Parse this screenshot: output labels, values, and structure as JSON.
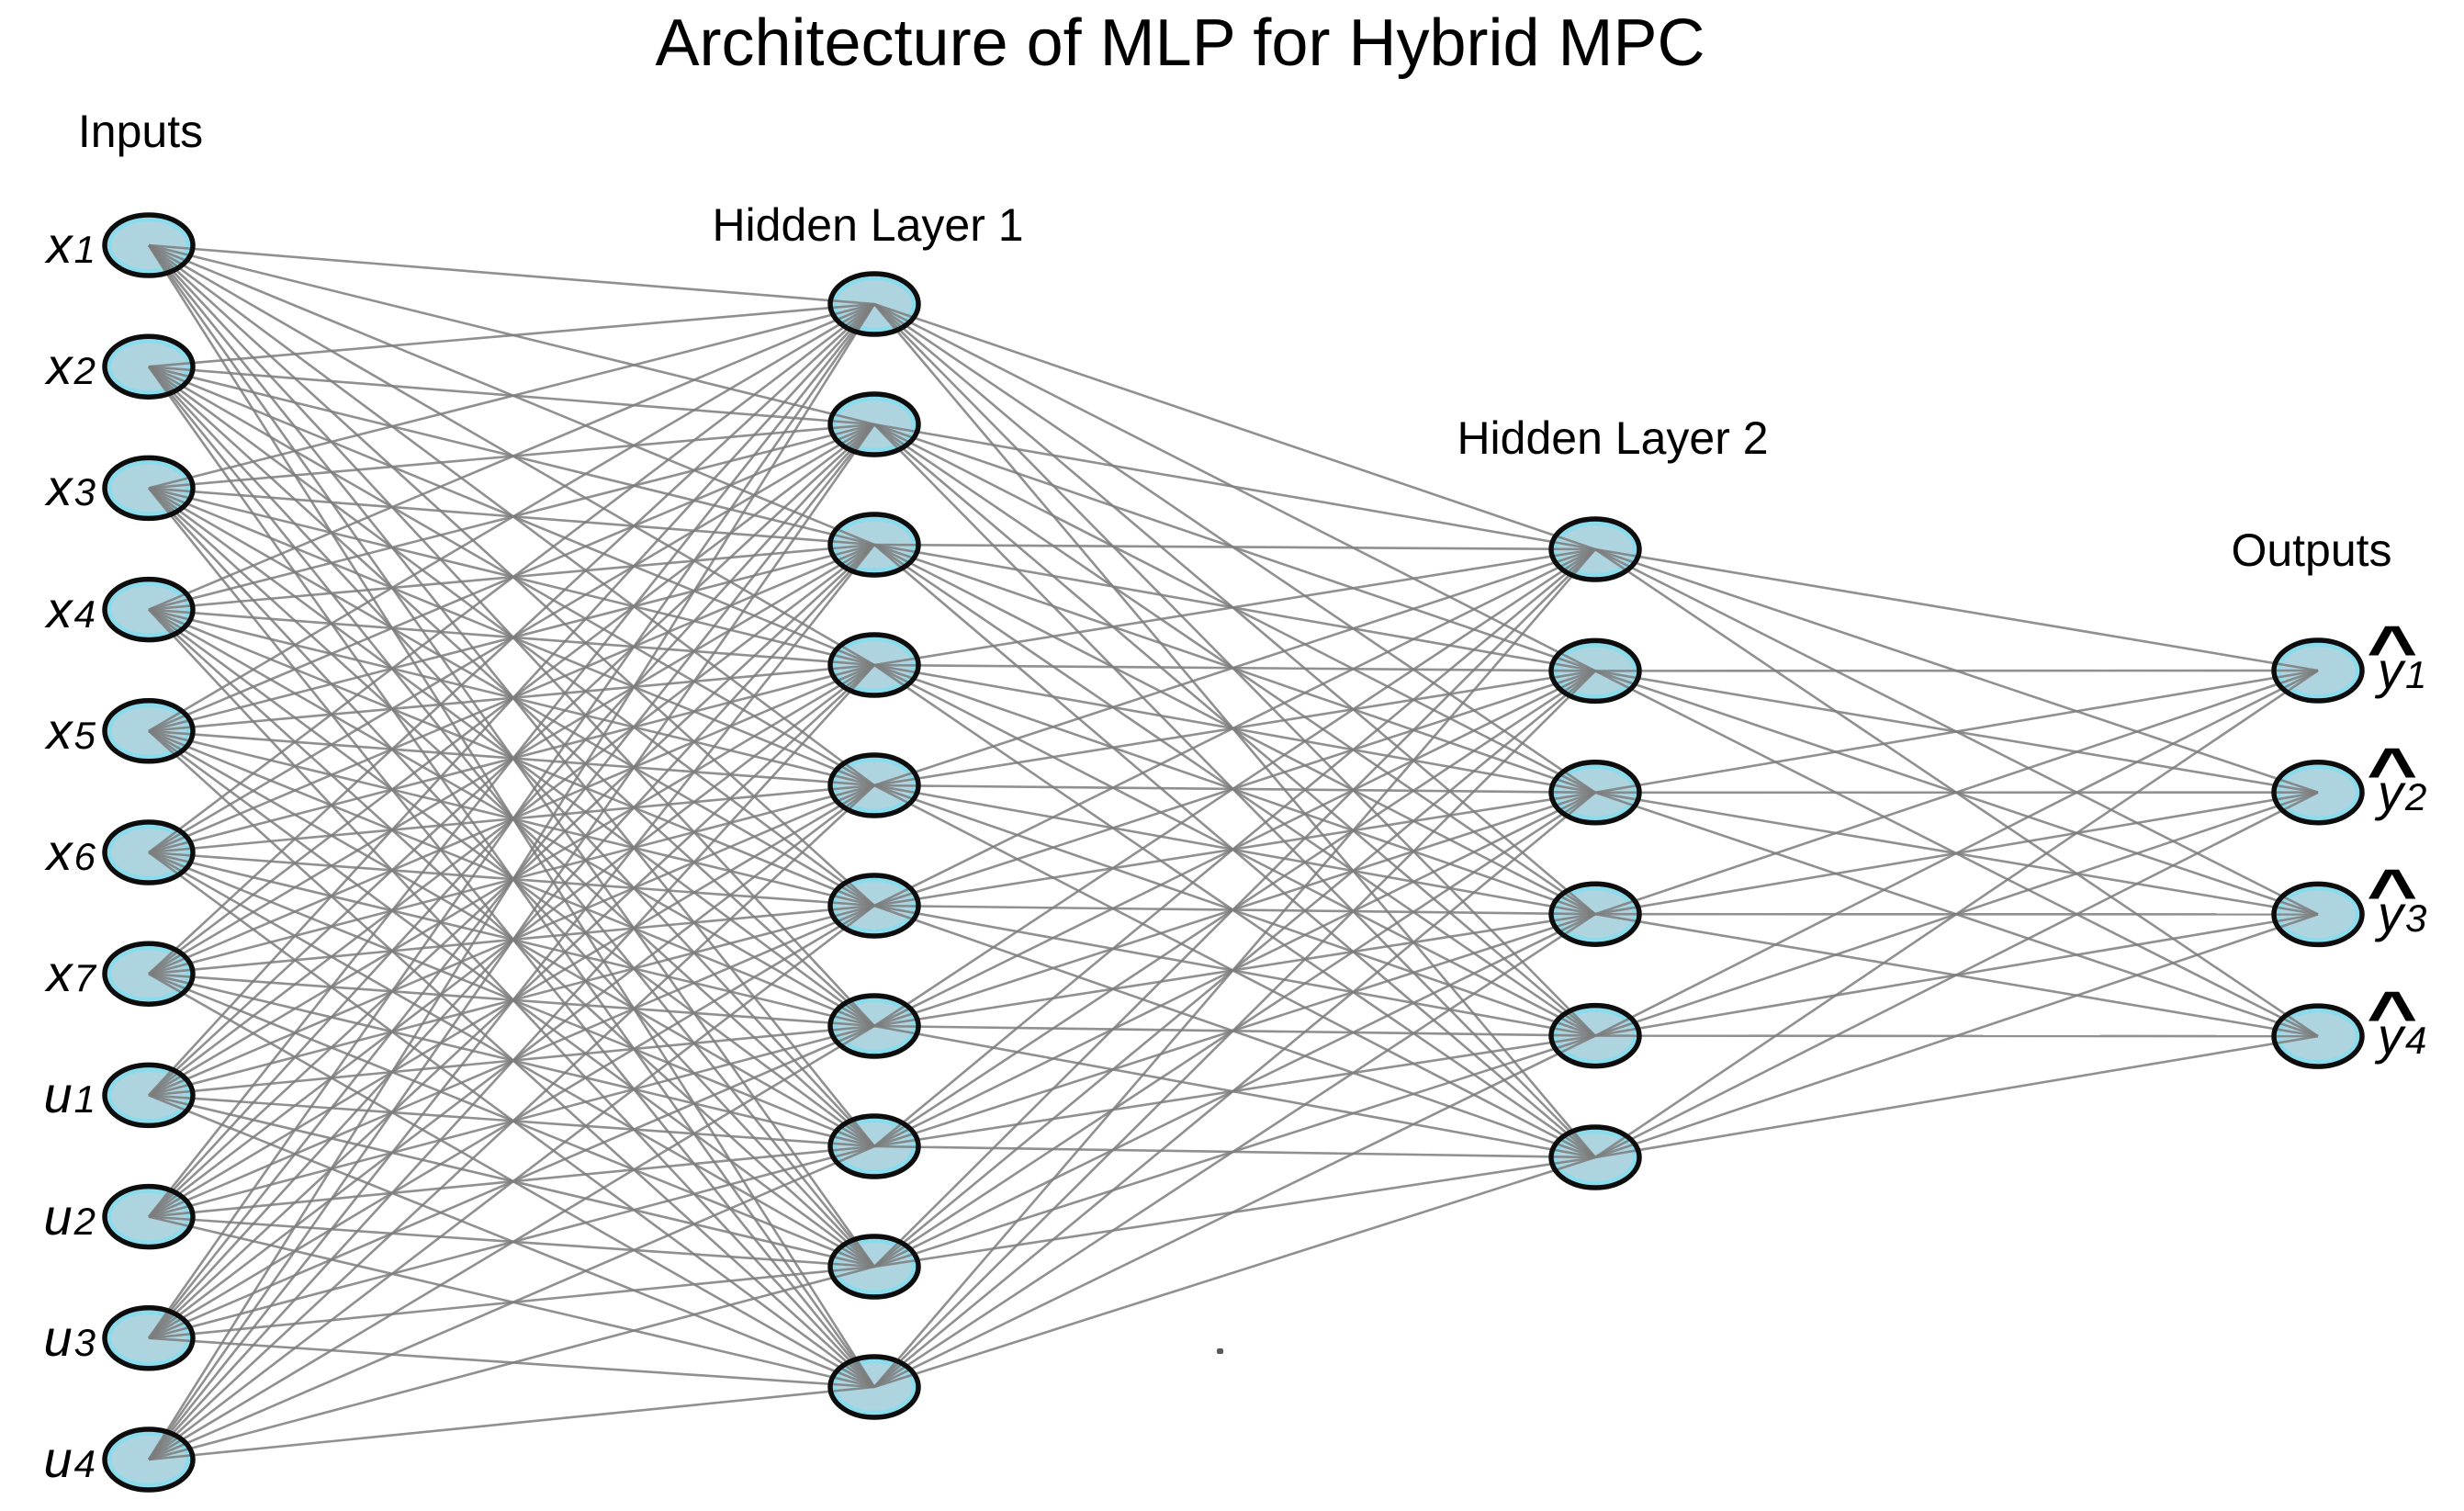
{
  "title": "Architecture of MLP for Hybrid MPC",
  "diagram_type": "multilayer-perceptron",
  "connectivity": "fully-connected-between-consecutive-layers",
  "layers": [
    {
      "id": "inputs",
      "label": "Inputs",
      "node_count": 11,
      "nodes": [
        {
          "base": "x",
          "sub": "1"
        },
        {
          "base": "x",
          "sub": "2"
        },
        {
          "base": "x",
          "sub": "3"
        },
        {
          "base": "x",
          "sub": "4"
        },
        {
          "base": "x",
          "sub": "5"
        },
        {
          "base": "x",
          "sub": "6"
        },
        {
          "base": "x",
          "sub": "7"
        },
        {
          "base": "u",
          "sub": "1"
        },
        {
          "base": "u",
          "sub": "2"
        },
        {
          "base": "u",
          "sub": "3"
        },
        {
          "base": "u",
          "sub": "4"
        }
      ]
    },
    {
      "id": "hidden1",
      "label": "Hidden Layer 1",
      "node_count": 10
    },
    {
      "id": "hidden2",
      "label": "Hidden Layer 2",
      "node_count": 6
    },
    {
      "id": "outputs",
      "label": "Outputs",
      "node_count": 4,
      "nodes": [
        {
          "base": "y",
          "sub": "1",
          "hat": "^"
        },
        {
          "base": "y",
          "sub": "2",
          "hat": "^"
        },
        {
          "base": "y",
          "sub": "3",
          "hat": "^"
        },
        {
          "base": "y",
          "sub": "4",
          "hat": "^"
        }
      ]
    }
  ],
  "colors": {
    "background": "#ffffff",
    "node_fill": "#aed4e0",
    "node_inner_ring": "#8adbec",
    "node_outline": "#0d0d0d",
    "edge": "#7c7c7c",
    "text": "#000000"
  }
}
